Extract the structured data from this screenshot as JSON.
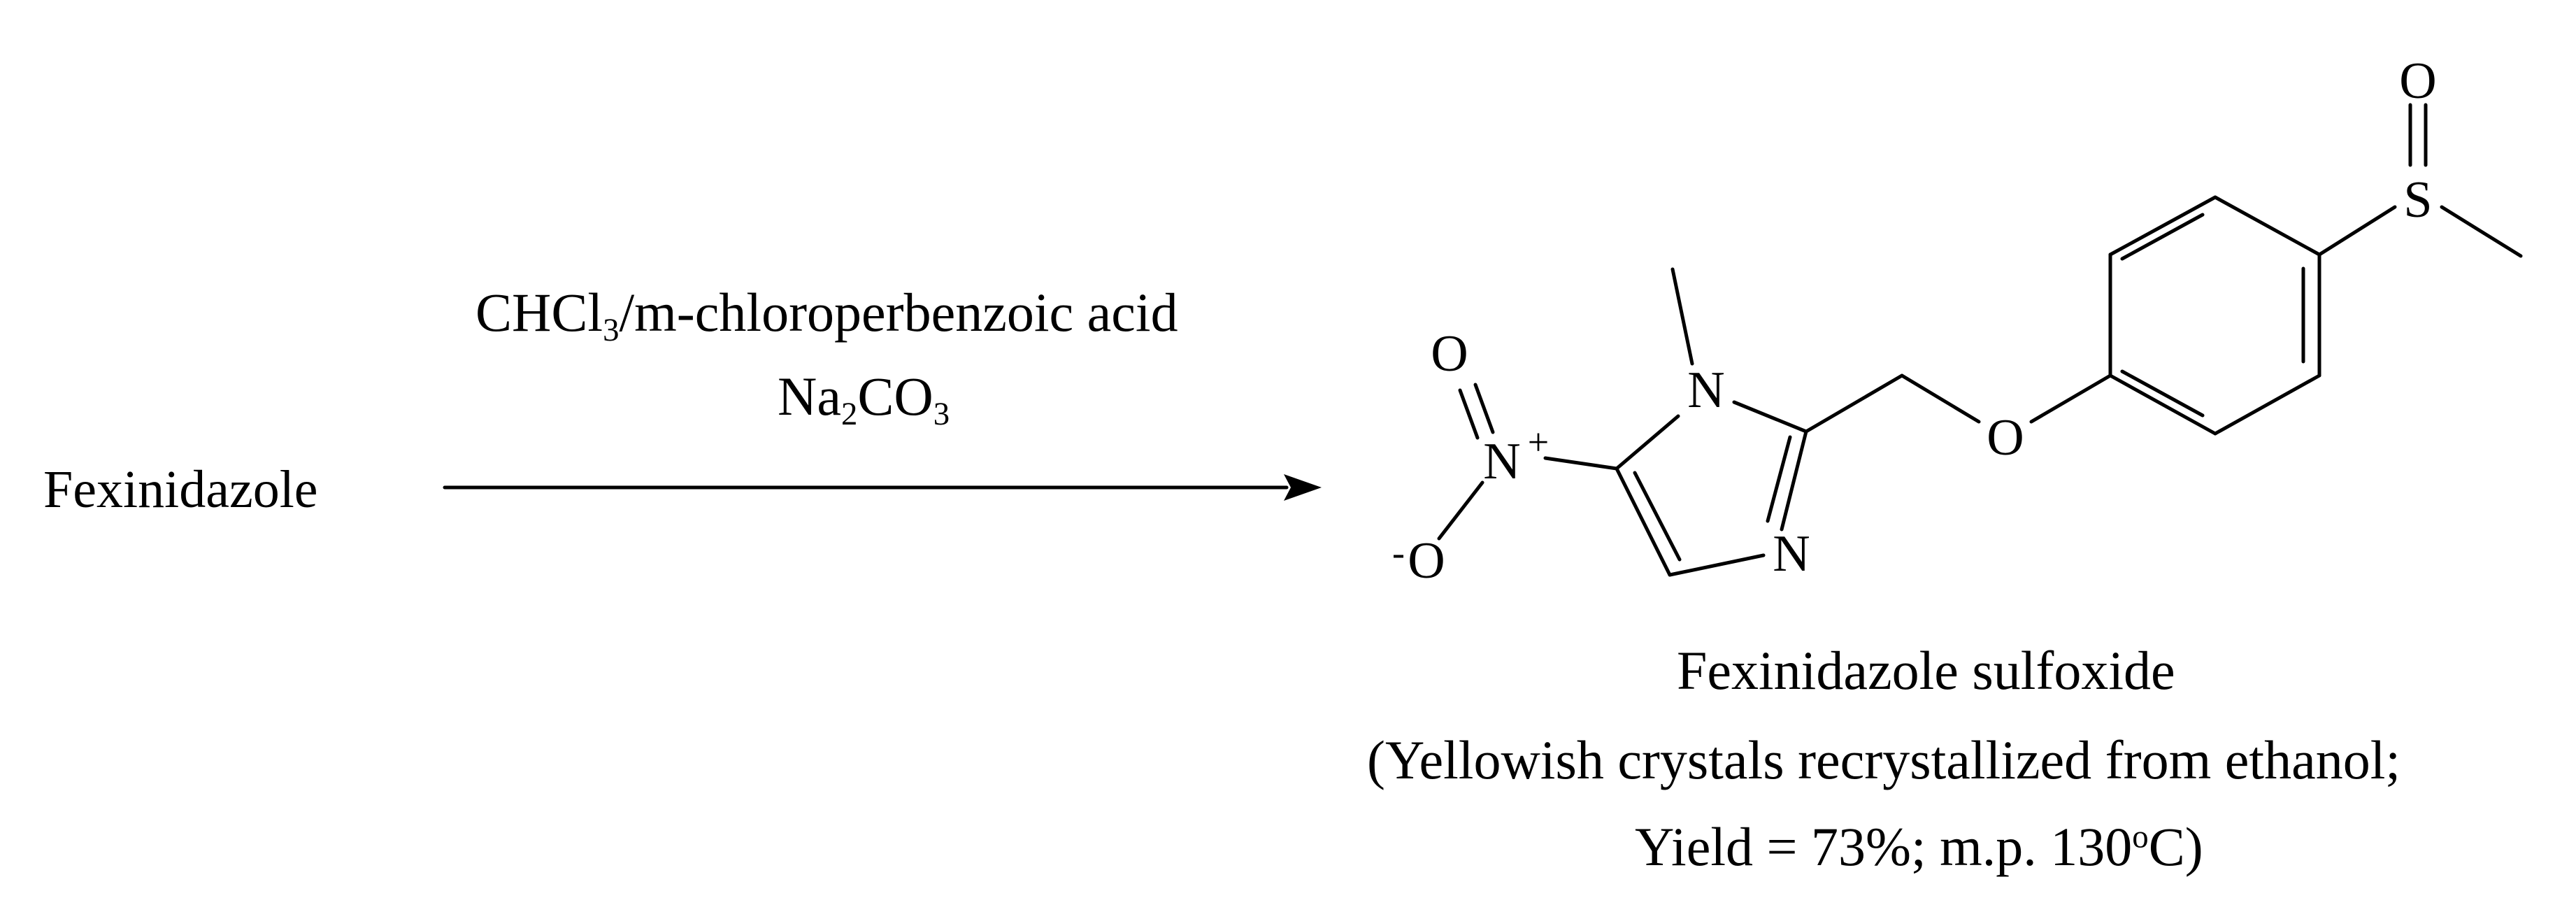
{
  "reactant": {
    "label": "Fexinidazole"
  },
  "reagents": {
    "line1_prefix": "CHCl",
    "line1_sub": "3",
    "line1_suffix": "/m-chloroperbenzoic acid",
    "line2_prefix": "Na",
    "line2_sub": "2",
    "line2_mid": "CO",
    "line2_sub2": "3"
  },
  "product": {
    "name": "Fexinidazole sulfoxide",
    "note_line1": "(Yellowish crystals recrystallized from ethanol;",
    "note_line2_prefix": "Yield = 73%; m.p. 130",
    "note_line2_sup": "o",
    "note_line2_suffix": "C)"
  },
  "atoms": {
    "o_top": "O",
    "s": "S",
    "n_methyl": "N",
    "o_ether": "O",
    "n_ring": "N",
    "n_nitro": "N",
    "plus": "+",
    "o_nitro_top": "O",
    "minus": "-",
    "o_nitro_bottom": "O"
  }
}
